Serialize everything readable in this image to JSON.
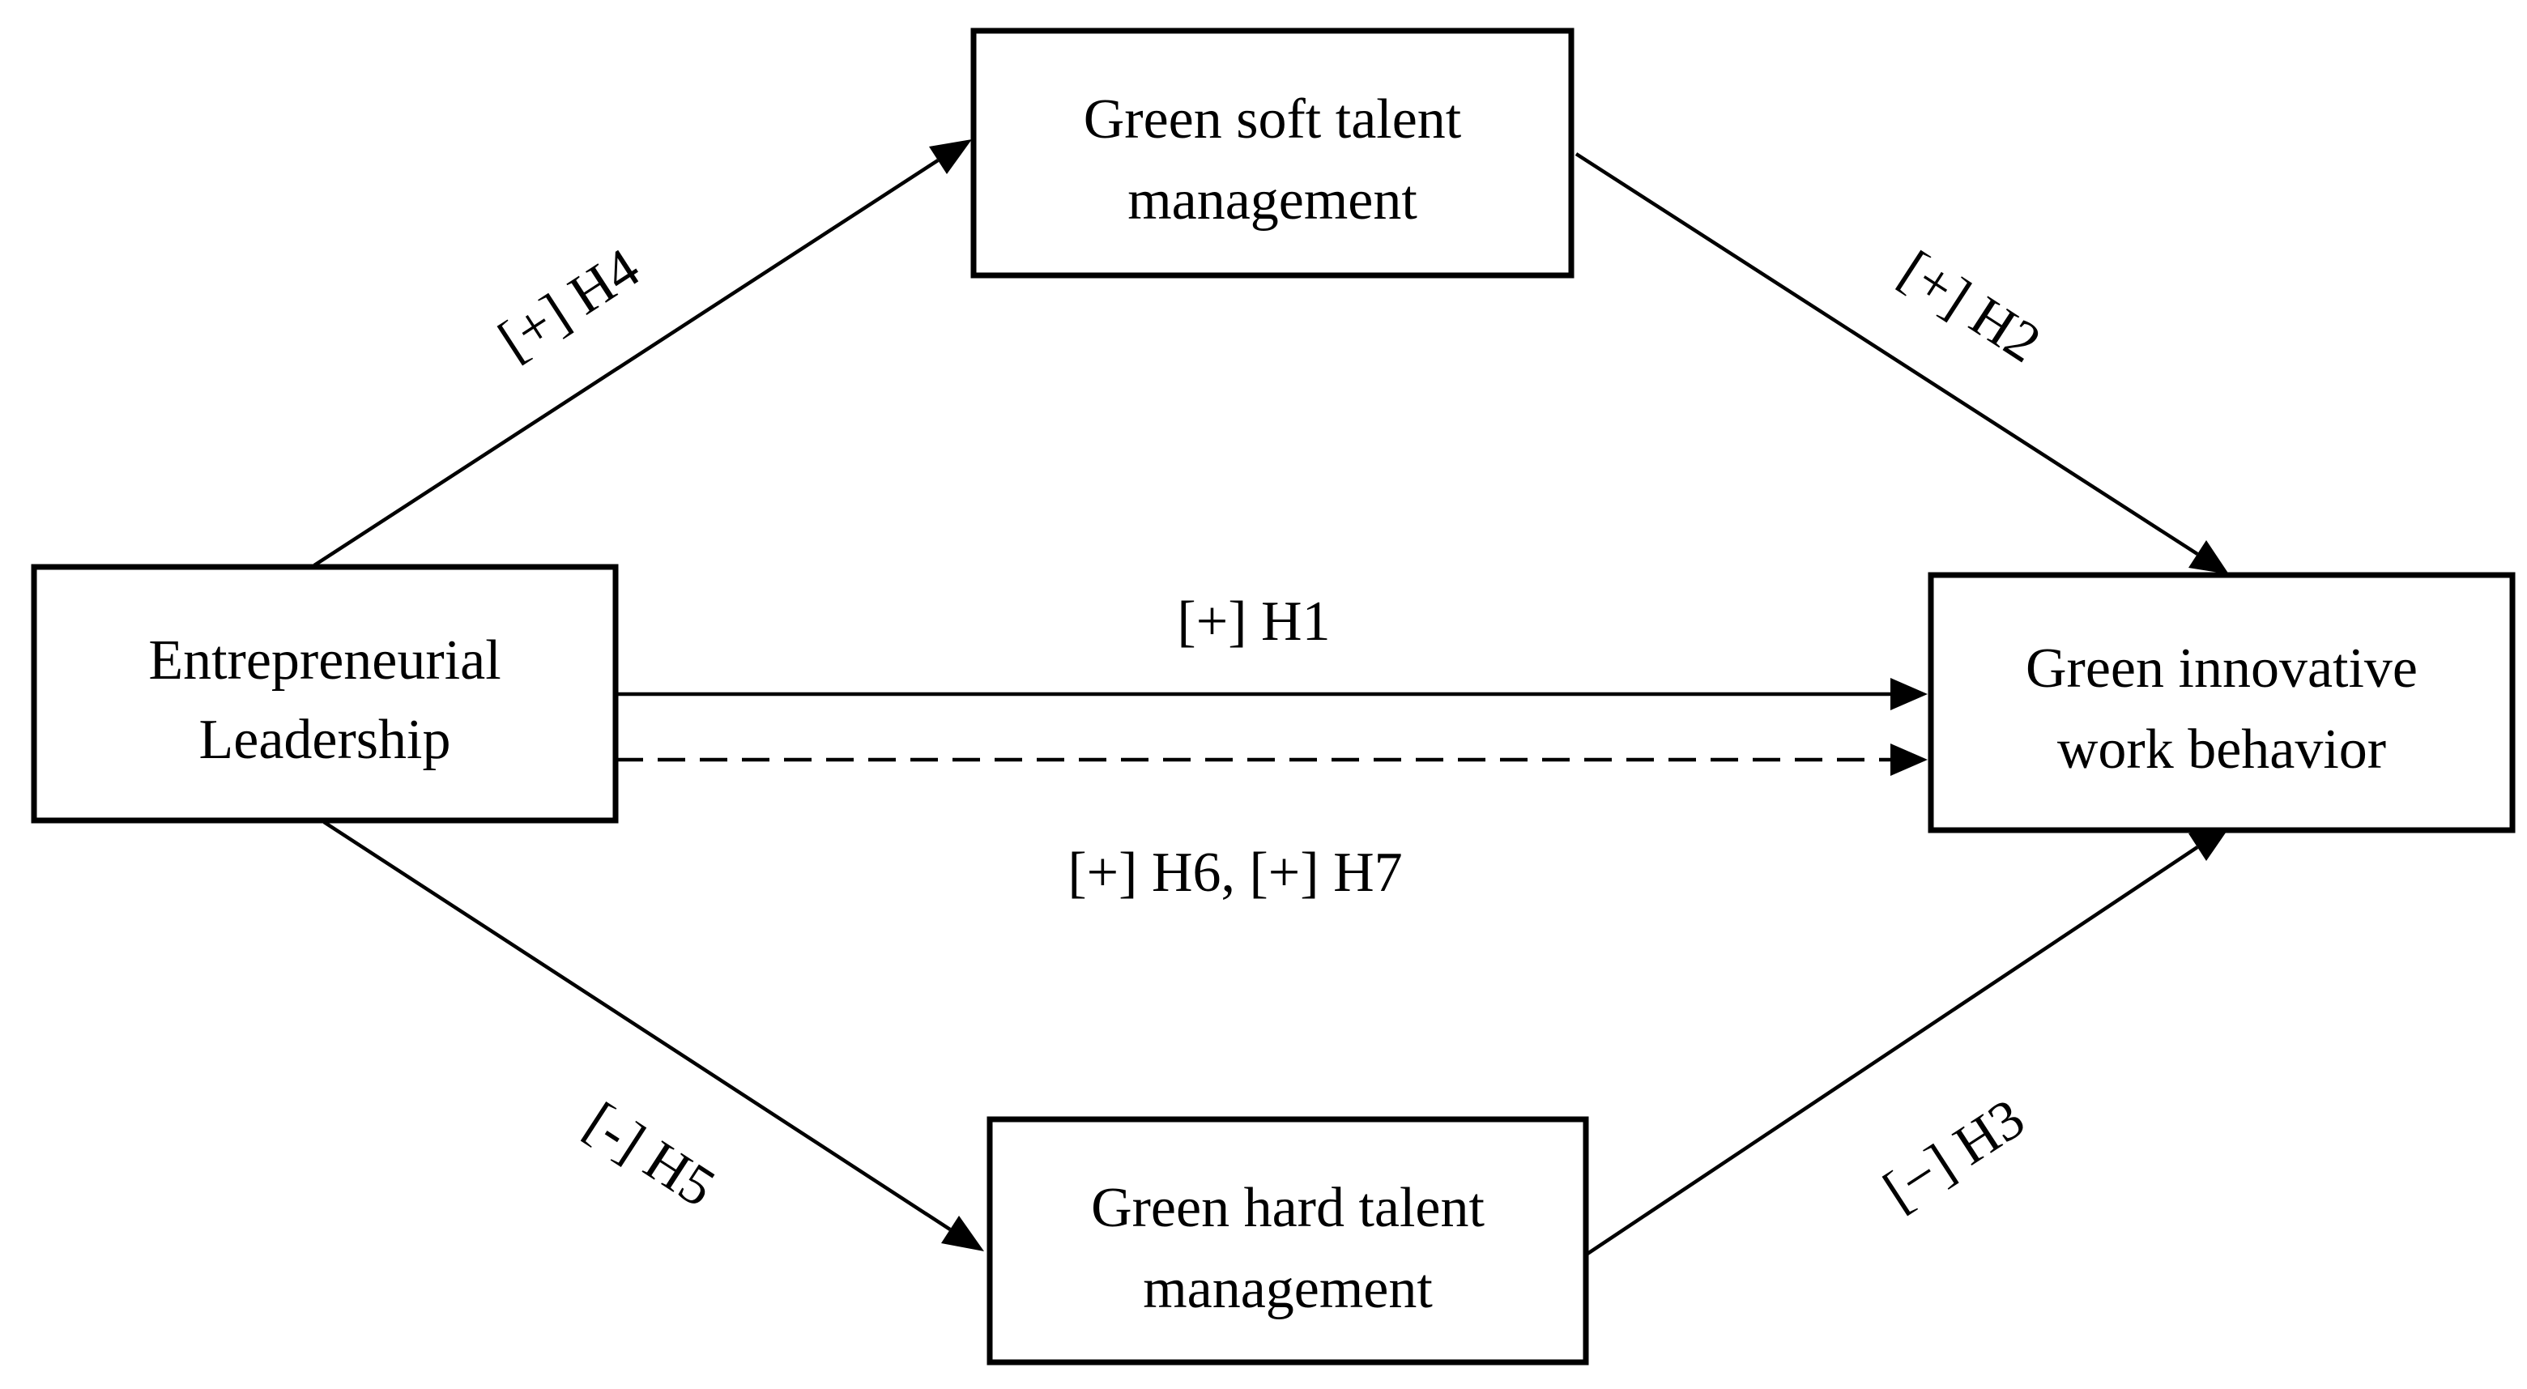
{
  "nodes": {
    "entrepreneurial_leadership": {
      "line1": "Entrepreneurial",
      "line2": "Leadership"
    },
    "green_soft": {
      "line1": "Green soft talent",
      "line2": "management"
    },
    "green_hard": {
      "line1": "Green hard talent",
      "line2": "management"
    },
    "green_innovative": {
      "line1": "Green innovative",
      "line2": "work behavior"
    }
  },
  "edges": {
    "h1": {
      "label": "[+] H1",
      "style": "solid"
    },
    "h2": {
      "label": "[+] H2",
      "style": "solid"
    },
    "h3": {
      "label": "[−] H3",
      "style": "solid"
    },
    "h4": {
      "label": "[+] H4",
      "style": "solid"
    },
    "h5": {
      "label": "[-] H5",
      "style": "solid"
    },
    "h6_h7": {
      "label": "[+] H6, [+] H7",
      "style": "dashed"
    }
  },
  "colors": {
    "stroke": "#000000",
    "background": "#ffffff"
  }
}
